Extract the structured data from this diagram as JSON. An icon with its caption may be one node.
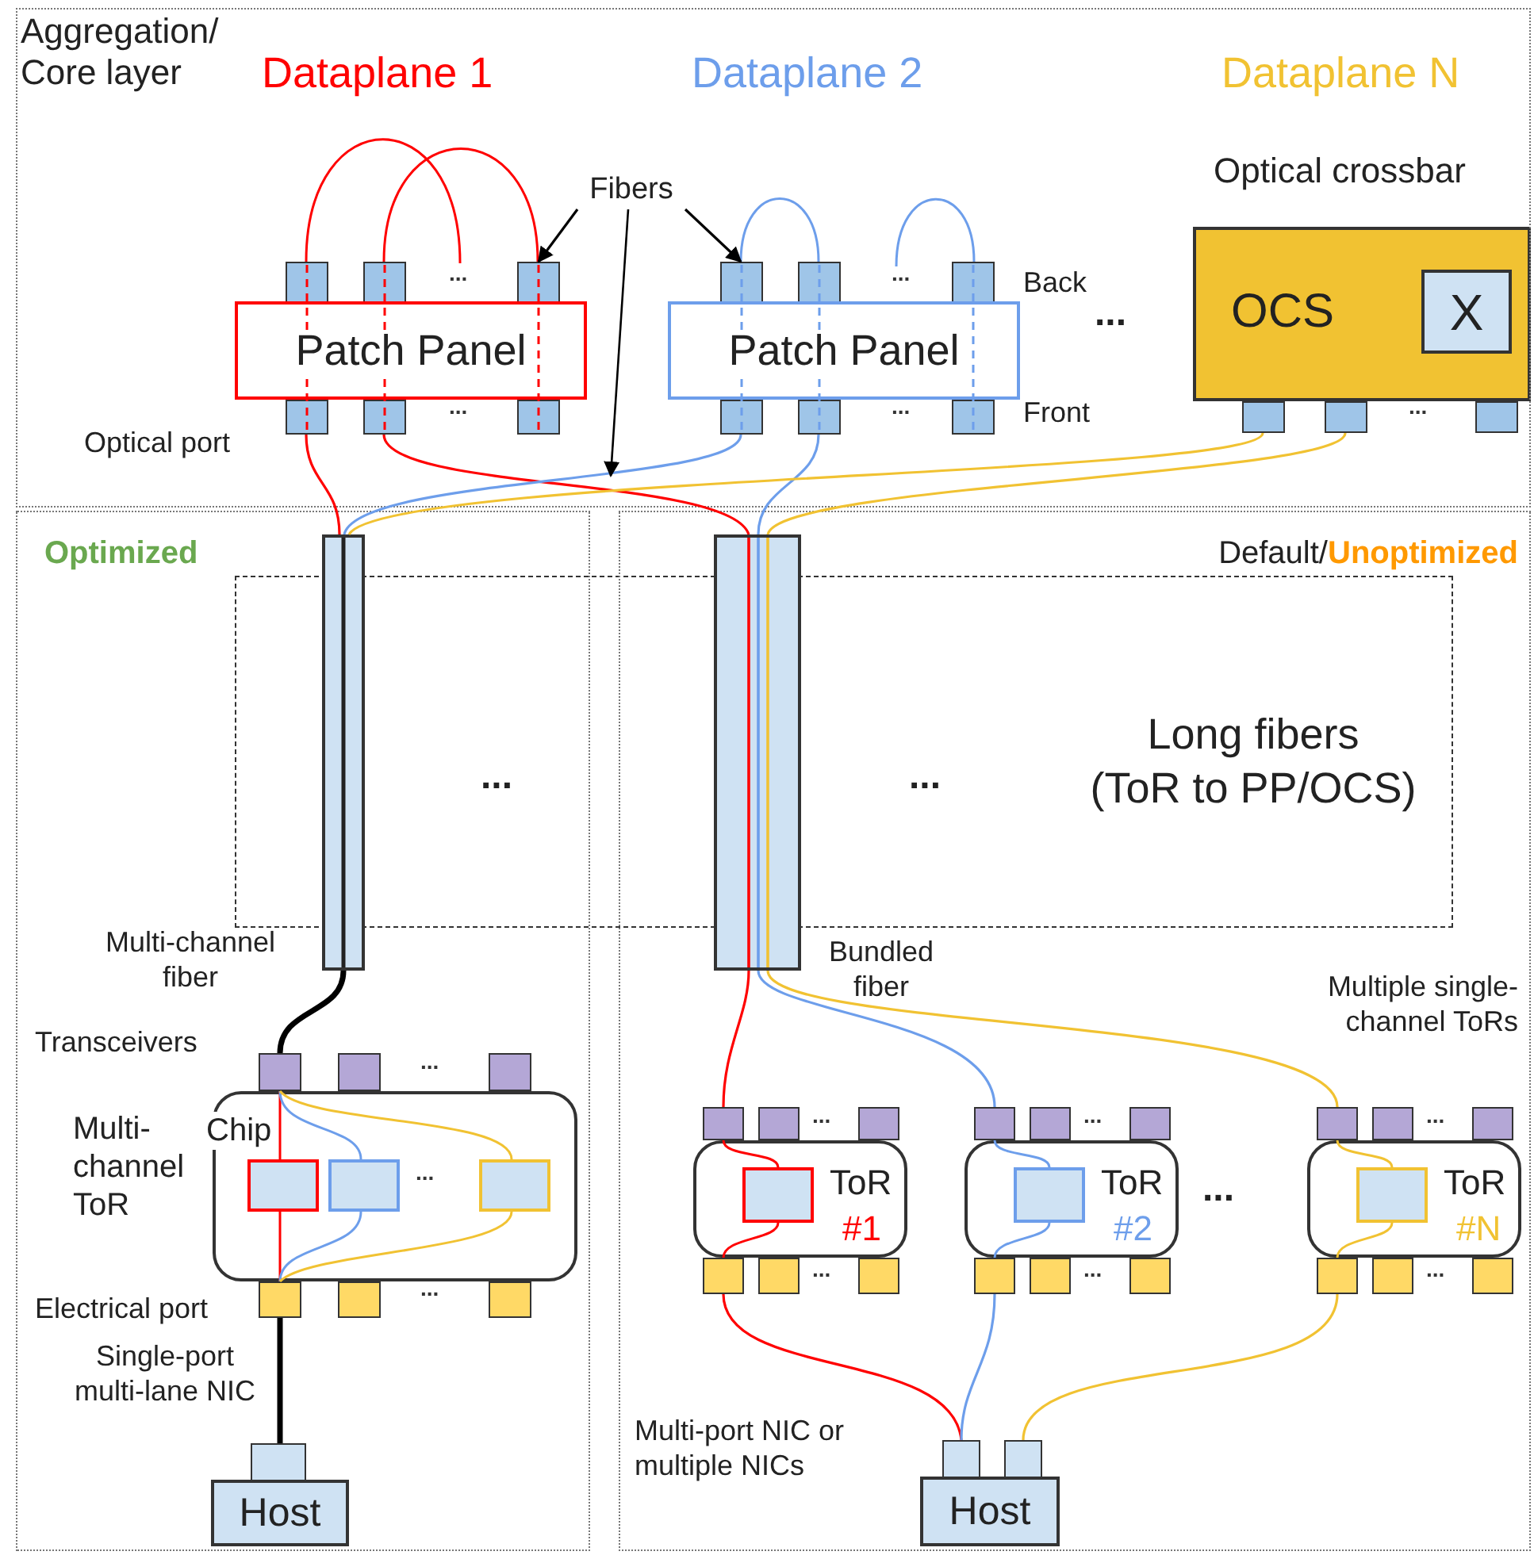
{
  "diagram": {
    "nodes": [
      {
        "text": [
          "Aggregation/ Core layer"
        ]
      },
      {
        "text": [
          "Patch Panel"
        ],
        "in": 0
      },
      {
        "text": [
          "Patch Panel"
        ],
        "in": 0
      },
      {
        "text": [
          "OCS"
        ],
        "in": 0,
        "beside": [
          "Optical crossbar"
        ]
      },
      {
        "text": [
          "X"
        ],
        "in": 3
      },
      {
        "text": [
          "Fibers"
        ],
        "in": 0
      },
      {
        "text": [
          "Optimized"
        ]
      },
      {
        "text": [
          "Default/**Unoptimized**"
        ]
      },
      {
        "text": [
          "Long fibers",
          "(ToR to PP/OCS)"
        ]
      },
      {
        "text": [],
        "shape": "bar",
        "in": 6
      },
      {
        "text": [],
        "shape": "bar",
        "in": 7
      },
      {
        "text": [],
        "shape": "box",
        "in": 6
      },
      {
        "text": [
          "ToR",
          "#1"
        ],
        "in": 7
      },
      {
        "text": [
          "ToR",
          "#2"
        ],
        "in": 7
      },
      {
        "text": [
          "ToR",
          "#N"
        ],
        "in": 7
      },
      {
        "text": [
          "Host"
        ],
        "in": 6
      },
      {
        "text": [
          "Host"
        ],
        "in": 7
      }
    ],
    "edges": [
      {
        "from": 1,
        "to": 9,
        "arrow": "none",
        "color": "#ff0000"
      },
      {
        "from": 1,
        "to": 10,
        "arrow": "none",
        "color": "#ff0000"
      },
      {
        "from": 2,
        "to": 9,
        "arrow": "none",
        "color": "#6d9eeb"
      },
      {
        "from": 2,
        "to": 10,
        "arrow": "none",
        "color": "#6d9eeb"
      },
      {
        "from": 3,
        "to": 9,
        "arrow": "none",
        "color": "#f1c232"
      },
      {
        "from": 3,
        "to": 10,
        "arrow": "none",
        "color": "#f1c232"
      },
      {
        "from": 9,
        "to": 11,
        "arrow": "none",
        "style": "thick"
      },
      {
        "from": 11,
        "to": 15,
        "arrow": "none",
        "style": "thick"
      },
      {
        "from": 10,
        "to": 12,
        "arrow": "none",
        "color": "#ff0000"
      },
      {
        "from": 10,
        "to": 13,
        "arrow": "none",
        "color": "#6d9eeb"
      },
      {
        "from": 10,
        "to": 14,
        "arrow": "none",
        "color": "#f1c232"
      },
      {
        "from": 12,
        "to": 16,
        "arrow": "none",
        "color": "#ff0000"
      },
      {
        "from": 13,
        "to": 16,
        "arrow": "none",
        "color": "#6d9eeb"
      },
      {
        "from": 14,
        "to": 16,
        "arrow": "none",
        "color": "#f1c232"
      },
      {
        "from": 5,
        "to": 1,
        "arrow": "to"
      },
      {
        "from": 5,
        "to": 2,
        "arrow": "to"
      },
      {
        "from": 5,
        "to": null,
        "arrow": "to"
      }
    ],
    "labels": [
      "Dataplane 1",
      "Dataplane 2",
      "Dataplane N",
      "...",
      "...",
      "Back",
      "...",
      "...",
      "...",
      "Front",
      "...",
      "Optical port",
      "...",
      "...",
      "Multi-channel fiber",
      "Bundled fiber",
      "Multiple single-channel ToRs",
      "Transceivers",
      "...",
      "...",
      "...",
      "...",
      "Multi-channel ToR",
      "Chip",
      "...",
      "...",
      "Electrical port",
      "...",
      "...",
      "...",
      "...",
      "Single-port multi-lane NIC",
      "Multi-port NIC or multiple NICs"
    ]
  }
}
